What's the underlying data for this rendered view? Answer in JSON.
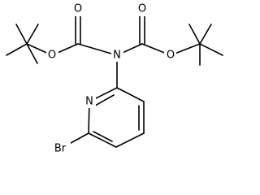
{
  "molecule": {
    "atom_labels": {
      "o_carbonyl_left": "O",
      "o_carbonyl_right": "O",
      "o_ester_left": "O",
      "o_ester_right": "O",
      "n_imide": "N",
      "n_pyridine": "N",
      "bromine": "Br"
    }
  }
}
